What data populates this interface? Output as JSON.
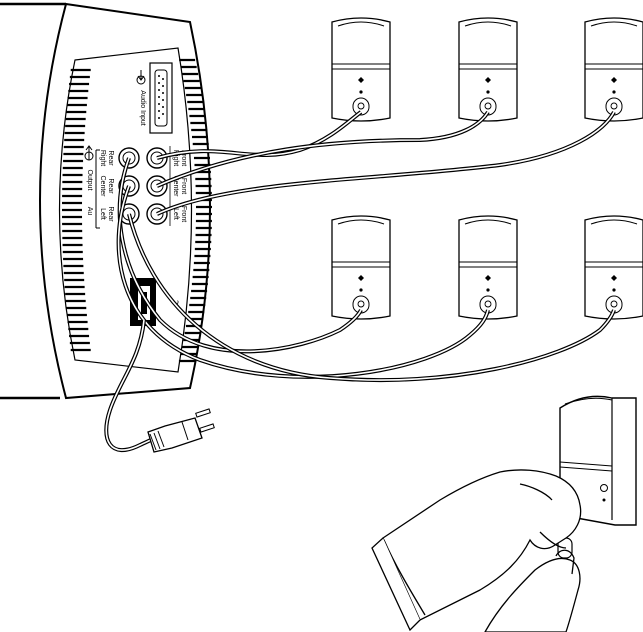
{
  "panel": {
    "audio_input_label": "Audio Input",
    "output_label": "Output",
    "jacks": {
      "right_rear": [
        "Right",
        "Rear"
      ],
      "center_rear": [
        "Center",
        "Rear"
      ],
      "left_rear": [
        "Left",
        "Rear"
      ],
      "right_front": [
        "Right",
        "Front"
      ],
      "center_front": [
        "Center",
        "Front"
      ],
      "left_front": [
        "Left",
        "Front"
      ]
    },
    "output_prefix": "Au",
    "power_symbol": "~"
  },
  "icons": {
    "input_icon": "arrow-into-circle-icon",
    "output_icon": "arrow-out-of-circle-icon",
    "speaker_icon": "cube-speaker-icon",
    "power_plug_icon": "ac-plug-icon",
    "hand_icon": "hand-inserting-plug-icon"
  }
}
